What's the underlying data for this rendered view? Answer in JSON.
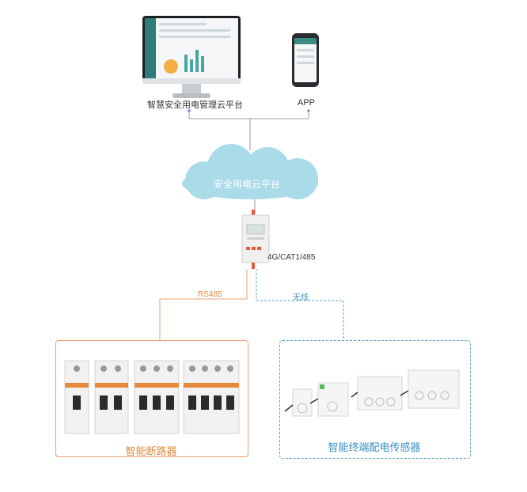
{
  "labels": {
    "platform": "智慧安全用电管理云平台",
    "app": "APP",
    "cloud": "安全用电云平台",
    "gateway_protocol": "4G/CAT1/485",
    "rs485": "RS485",
    "wireless": "无线",
    "breakers_title": "智能断路器",
    "sensors_title": "智能终端配电传感器"
  },
  "colors": {
    "cloud": "#a9dbe9",
    "rs485_line": "#e8a070",
    "wireless_line": "#5aa0c8",
    "connector_line": "#9a9a9a"
  },
  "icons": [
    "monitor-icon",
    "phone-icon",
    "cloud-icon",
    "gateway-device-icon",
    "breaker-icon",
    "sensor-icon"
  ]
}
